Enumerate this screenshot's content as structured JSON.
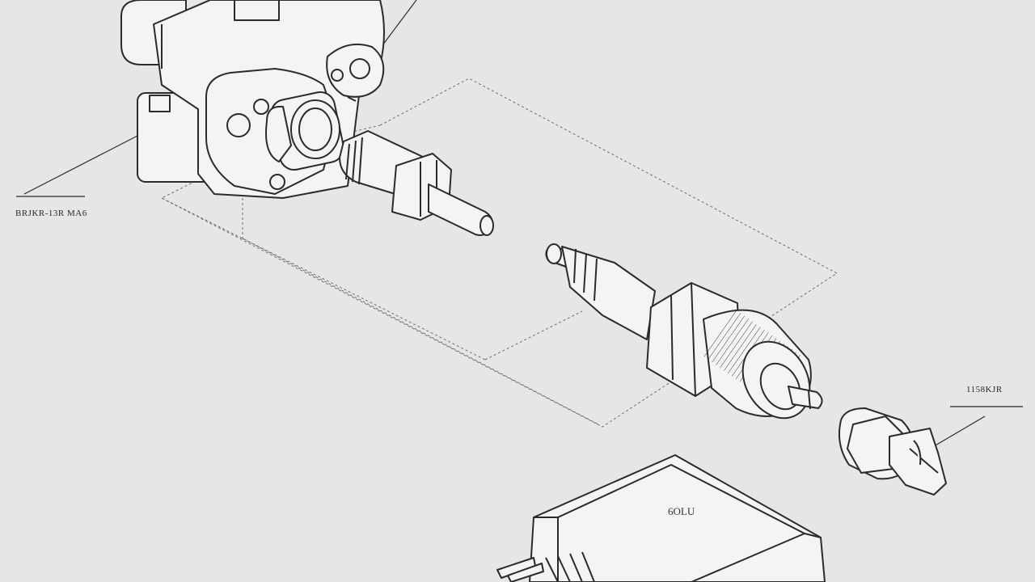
{
  "labels": {
    "left_callout": "BRJKR-13R MA6",
    "right_callout": "1158KJR",
    "module_text": "6OLU"
  },
  "colors": {
    "background": "#e4e6e7",
    "line": "#2b2b2b",
    "fill": "#f4f4f3",
    "dash": "#6d6d6d"
  }
}
